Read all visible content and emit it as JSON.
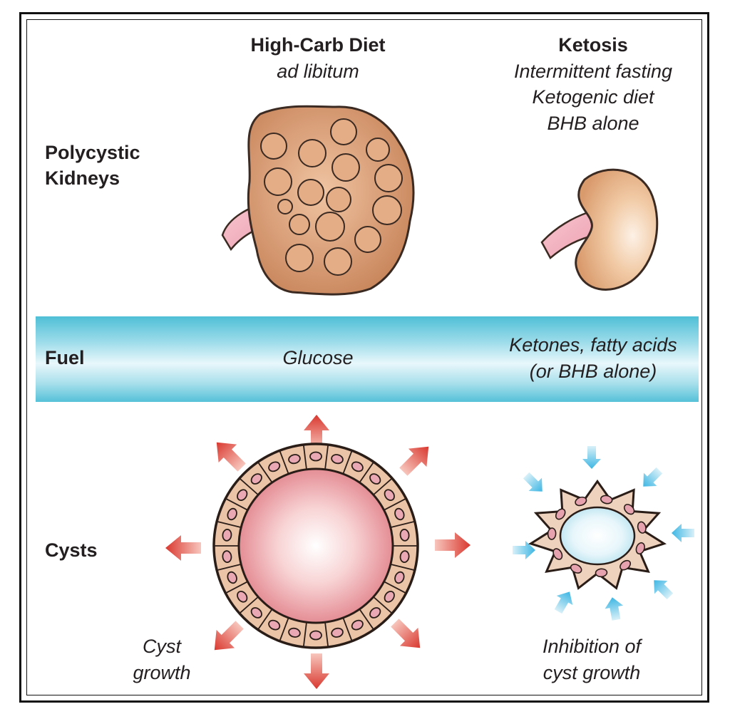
{
  "columns": {
    "high_carb": {
      "title": "High-Carb Diet",
      "subtitle": "ad libitum"
    },
    "ketosis": {
      "title": "Ketosis",
      "lines": [
        "Intermittent fasting",
        "Ketogenic diet",
        "BHB alone"
      ]
    }
  },
  "rows": {
    "kidneys": {
      "label_line1": "Polycystic",
      "label_line2": "Kidneys"
    },
    "fuel": {
      "label": "Fuel",
      "high_carb_value": "Glucose",
      "ketosis_value_line1": "Ketones, fatty acids",
      "ketosis_value_line2": "(or BHB alone)"
    },
    "cysts": {
      "label": "Cysts",
      "high_carb_caption_line1": "Cyst",
      "high_carb_caption_line2": "growth",
      "ketosis_caption_line1": "Inhibition of",
      "ketosis_caption_line2": "cyst growth"
    }
  },
  "colors": {
    "kidney_fill": "#e3a37a",
    "ureter": "#f4b8c4",
    "cyst_lumen": "#e58d95",
    "growth_arrow": "#d9403a",
    "inhibition_arrow": "#5cc2e6",
    "fuel_band": "#7fd0e2"
  }
}
